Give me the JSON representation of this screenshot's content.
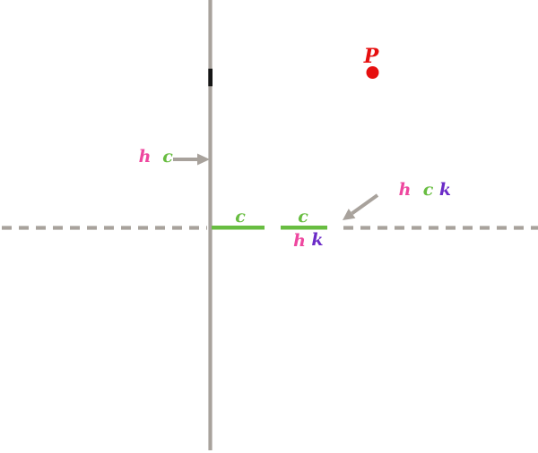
{
  "figure": {
    "background": "#ffffff",
    "colors": {
      "gray": "#a8a29c",
      "green": "#68bd41",
      "pink": "#ee479f",
      "purple": "#6b2bc7",
      "red": "#e60f0f",
      "black": "#151515"
    },
    "point": {
      "label": "P"
    },
    "left_callout": {
      "h": "h",
      "c": "c"
    },
    "right_callout": {
      "h": "h",
      "c": "c",
      "k": "k"
    },
    "segments": {
      "left_label": "c",
      "right_label": "c"
    },
    "center_label": {
      "h": "h",
      "k": "k"
    }
  }
}
